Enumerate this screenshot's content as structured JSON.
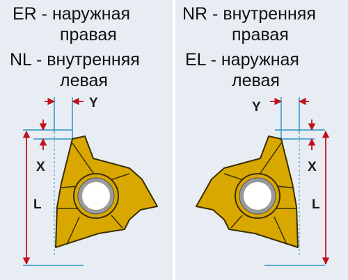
{
  "left": {
    "line1": "ER - наружная",
    "line2": "правая",
    "line3": "NL - внутренняя",
    "line4": "левая",
    "dims": {
      "y": "Y",
      "x": "X",
      "l": "L"
    }
  },
  "right": {
    "line1": "NR - внутренняя",
    "line2": "правая",
    "line3": "EL - наружная",
    "line4": "левая",
    "dims": {
      "y": "Y",
      "x": "X",
      "l": "L"
    }
  },
  "colors": {
    "panel": "#e8edf3",
    "insert_fill": "#d9a800",
    "insert_edge": "#3a2e00",
    "hole_ring": "#9a9a9a",
    "dim_red": "#c0121e",
    "ext_line": "#2a93c8"
  }
}
